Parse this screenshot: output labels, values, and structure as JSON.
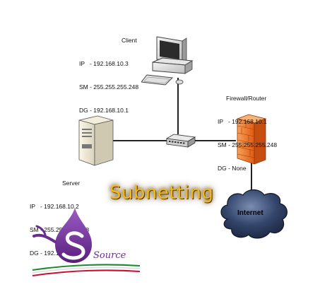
{
  "client": {
    "title": "Client",
    "ip": "IP   - 192.168.10.3",
    "sm": "SM - 255.255.255.248",
    "dg": "DG - 192.168.10.1"
  },
  "firewall": {
    "title": "Firewall/Router",
    "ip": "IP   - 192.168.10.1",
    "sm": "SM - 255.255.255.248",
    "dg": "DG - None"
  },
  "server": {
    "title": "Server",
    "ip": "IP   - 192.168.10.2",
    "sm": "SM - 255.255.255.248",
    "dg": "DG - 192.168.10.1"
  },
  "internet_label": "Internet",
  "title": "Subnetting",
  "logo_text": "Source",
  "colors": {
    "title": "#f3b814",
    "firewall": "#e8651e",
    "cloud": "#2b3a55",
    "logo": "#6a2c8a"
  }
}
